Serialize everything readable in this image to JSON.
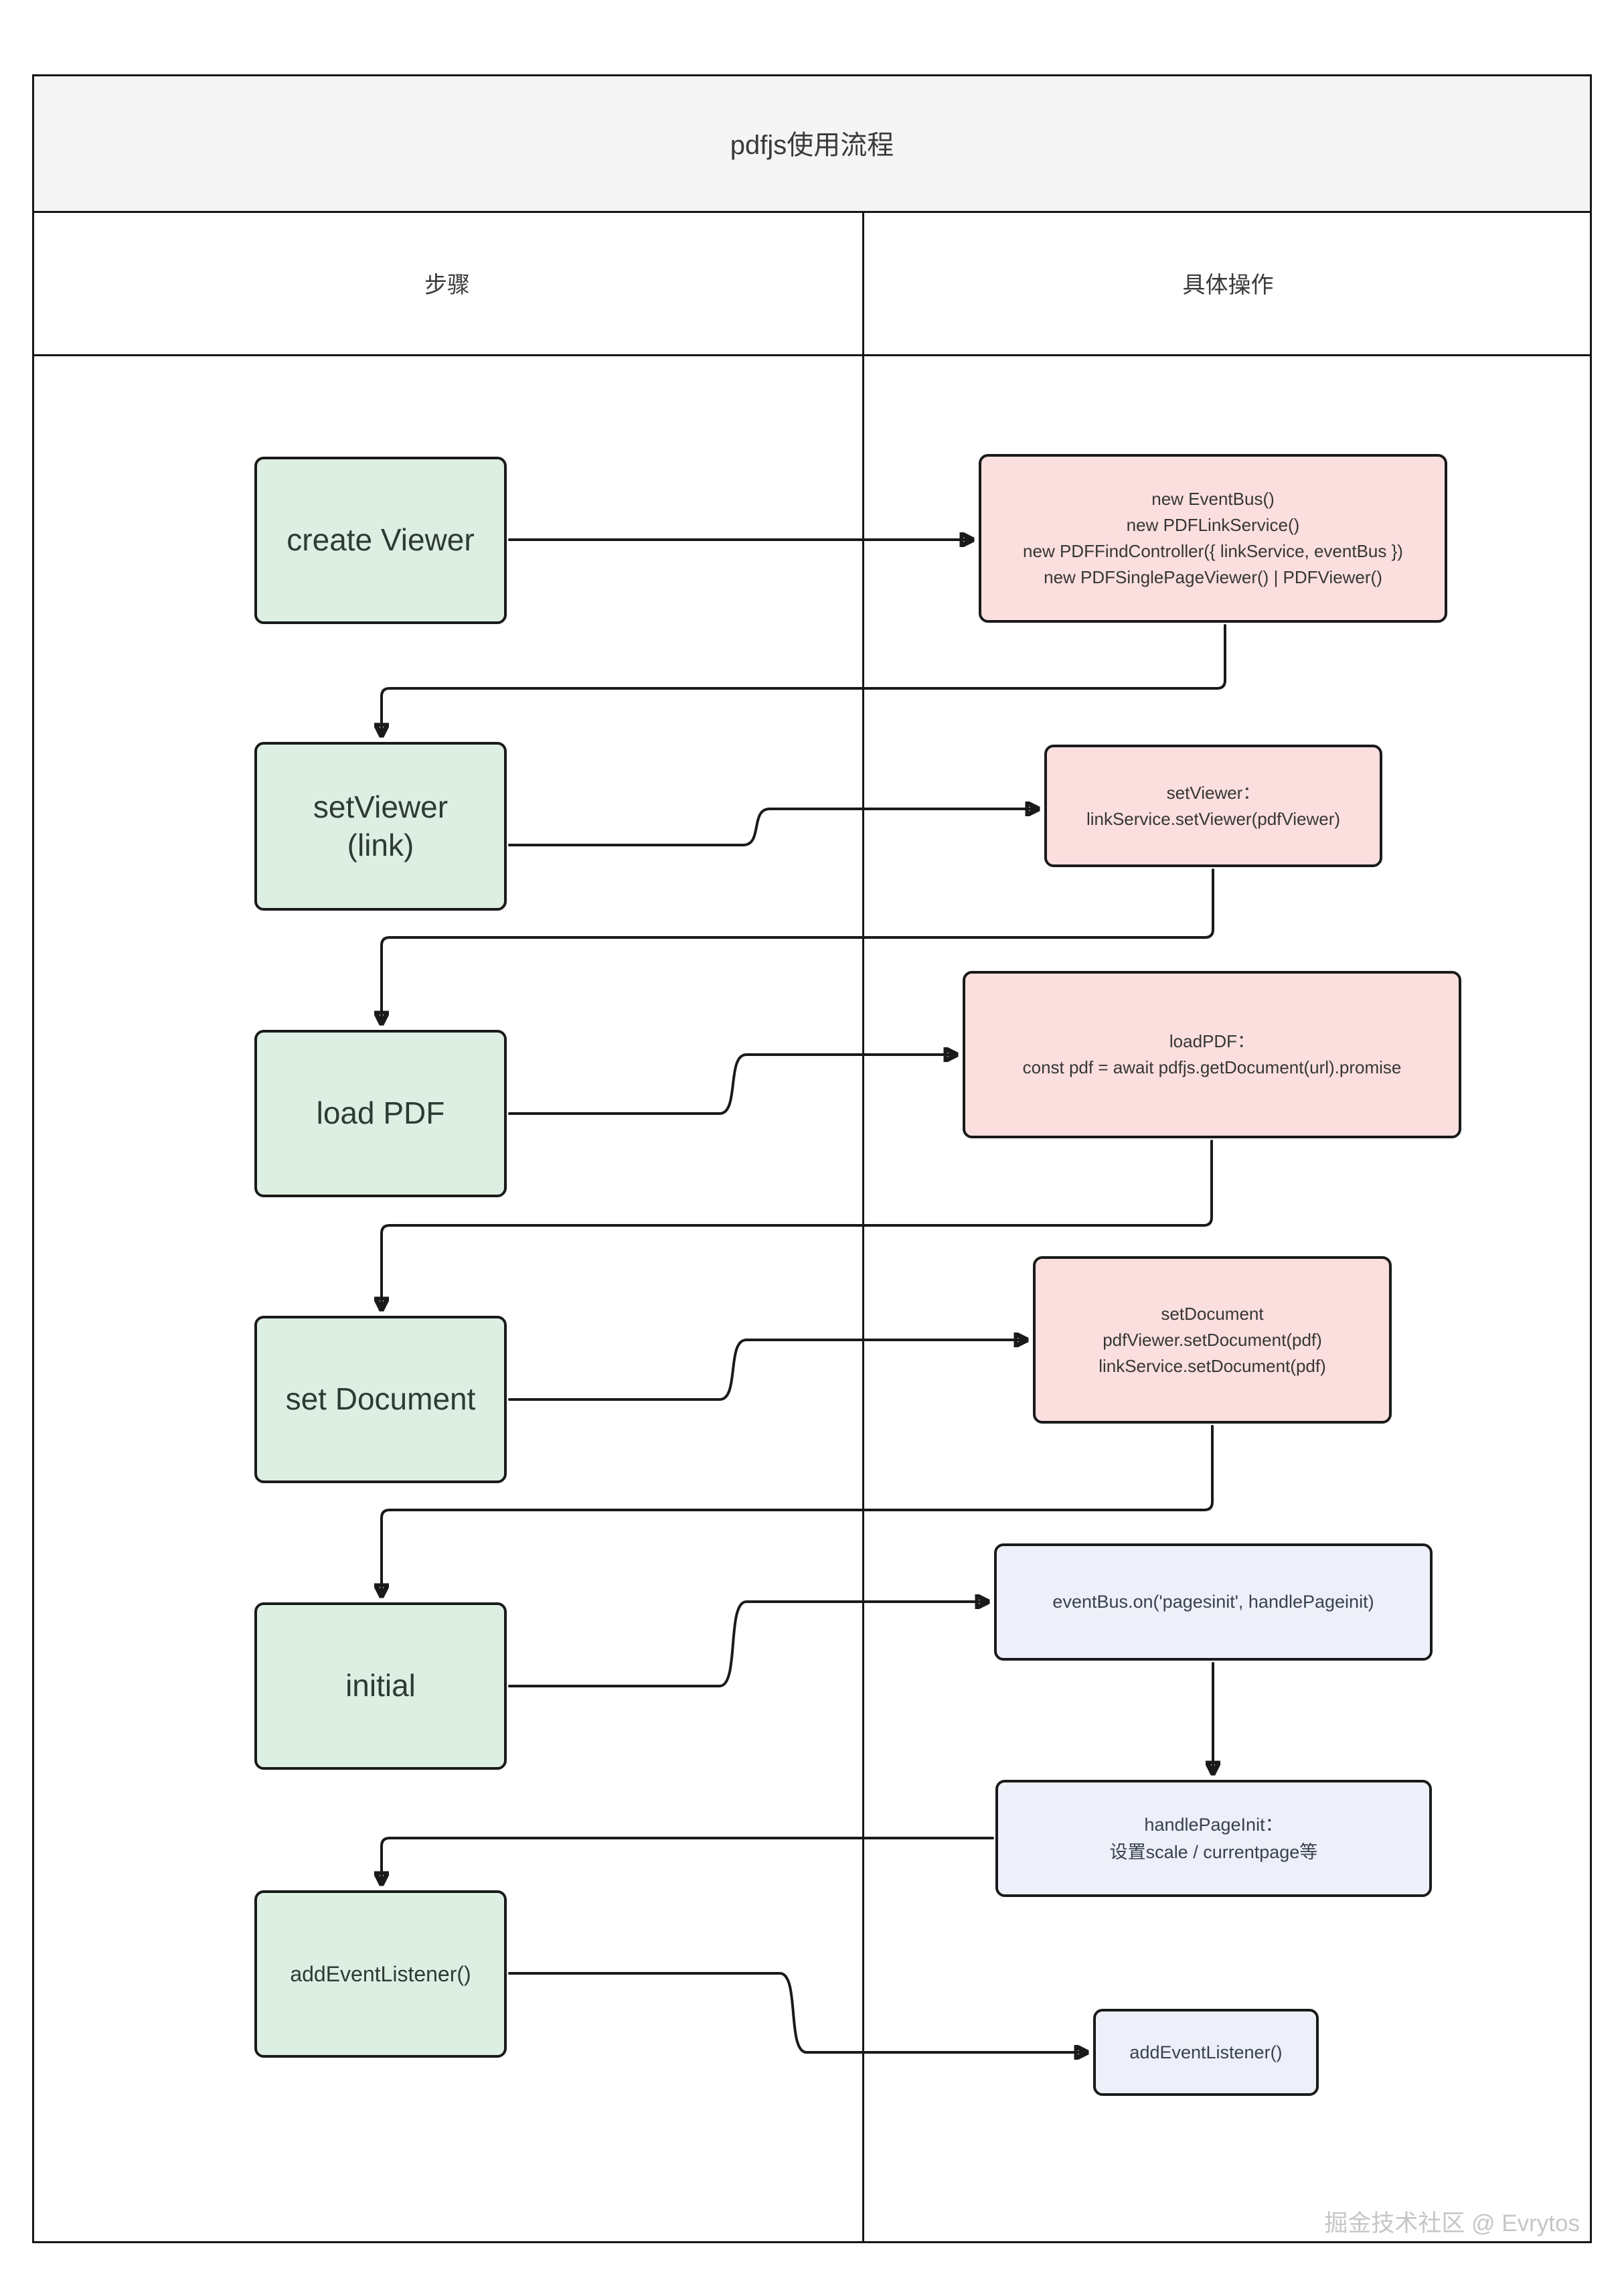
{
  "title": "pdfjs使用流程",
  "columns": {
    "left": "步骤",
    "right": "具体操作"
  },
  "watermark": "掘金技术社区 @ Evrytos",
  "colors": {
    "title_bg": "#f5f5f5",
    "step_fill": "#ddefe2",
    "pink_fill": "#fbdede",
    "lavender_fill": "#edf0f8",
    "line_color": "#1a1a1a"
  },
  "steps": [
    {
      "lines": [
        "create Viewer"
      ]
    },
    {
      "lines": [
        "setViewer",
        "(link)"
      ]
    },
    {
      "lines": [
        "load PDF"
      ]
    },
    {
      "lines": [
        "set Document"
      ]
    },
    {
      "lines": [
        "initial"
      ]
    },
    {
      "lines": [
        "addEventListener()"
      ]
    }
  ],
  "operations": [
    {
      "variant": "pink",
      "lines": [
        "new EventBus()",
        "new PDFLinkService()",
        "new PDFFindController({ linkService, eventBus })",
        "new PDFSinglePageViewer() | PDFViewer()"
      ]
    },
    {
      "variant": "pink",
      "lines": [
        "setViewer：",
        "linkService.setViewer(pdfViewer)"
      ]
    },
    {
      "variant": "pink",
      "lines": [
        "loadPDF：",
        "const pdf = await pdfjs.getDocument(url).promise"
      ]
    },
    {
      "variant": "pink",
      "lines": [
        "setDocument",
        "pdfViewer.setDocument(pdf)",
        "linkService.setDocument(pdf)"
      ]
    },
    {
      "variant": "lavender",
      "lines": [
        "eventBus.on('pagesinit', handlePageinit)"
      ]
    },
    {
      "variant": "lavender",
      "lines": [
        "handlePageInit：",
        "设置scale / currentpage等"
      ]
    },
    {
      "variant": "lavender",
      "lines": [
        "addEventListener()"
      ]
    }
  ]
}
